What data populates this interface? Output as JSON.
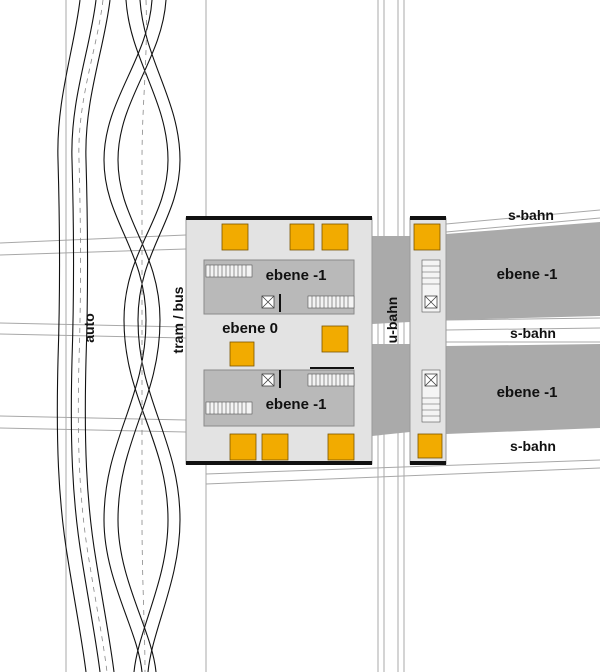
{
  "labels": {
    "auto": "auto",
    "tram_bus": "tram / bus",
    "u_bahn": "u-bahn",
    "s_bahn_top": "s-bahn",
    "s_bahn_middle": "s-bahn",
    "s_bahn_bottom": "s-bahn",
    "ebene_minus1_upper": "ebene -1",
    "ebene_0": "ebene 0",
    "ebene_minus1_lower": "ebene -1",
    "ebene_minus1_right_upper": "ebene -1",
    "ebene_minus1_right_lower": "ebene -1"
  },
  "colors": {
    "background": "#ffffff",
    "platform": "#e3e3e3",
    "level_minus1": "#b9b9b9",
    "track_band": "#aaaaaa",
    "elevator_shaft": "#f2ab00",
    "platform_edge": "#111111",
    "line": "#9a9a9a",
    "road": "#111111"
  },
  "icons": {
    "elevator": "elevator-cross-icon",
    "stairs": "stairs-icon",
    "shaft": "shaft-square-icon"
  }
}
